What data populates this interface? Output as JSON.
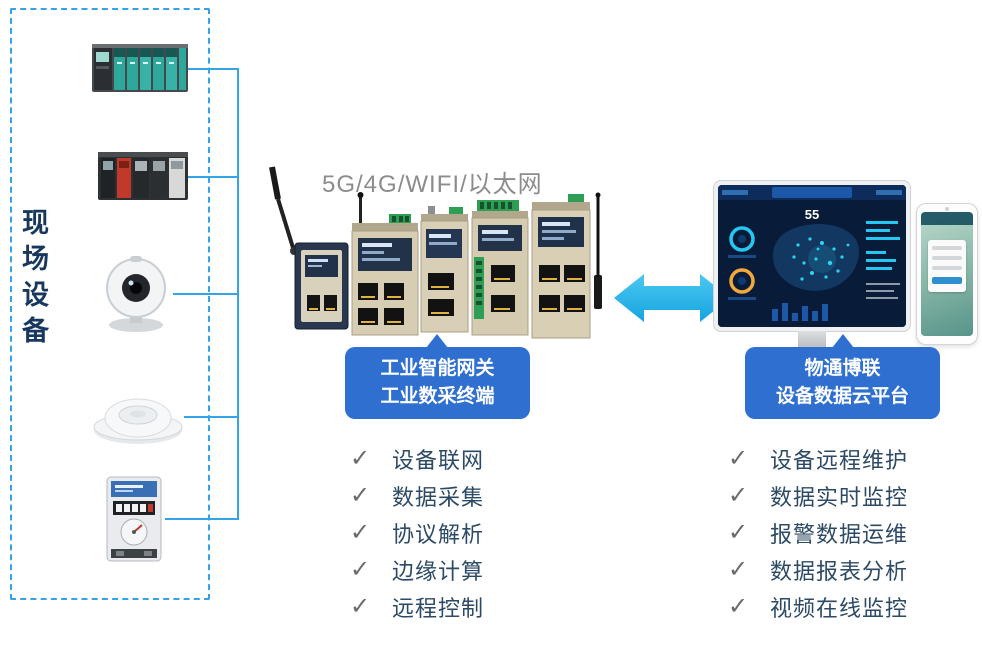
{
  "field_panel": {
    "label": "现场设备"
  },
  "connectivity_label": "5G/4G/WIFI/以太网",
  "gateway_callout": {
    "line1": "工业智能网关",
    "line2": "工业数采终端"
  },
  "cloud_callout": {
    "line1": "物通博联",
    "line2": "设备数据云平台"
  },
  "gateway_features": [
    "设备联网",
    "数据采集",
    "协议解析",
    "边缘计算",
    "远程控制"
  ],
  "cloud_features": [
    "设备远程维护",
    "数据实时监控",
    "报警数据运维",
    "数据报表分析",
    "视频在线监控"
  ],
  "marks": {
    "check": "✓"
  },
  "monitor": {
    "stat": "55"
  },
  "colors": {
    "callout_blue": "#2e6fd0",
    "arrow_cyan": "#29b7ea",
    "line_blue": "#35a3e8",
    "dashed_border": "#35a3e8",
    "label_navy": "#17375e",
    "feature_text": "#2c4a66",
    "connectivity_gray": "#8c8c8c",
    "dashboard_bg": "#081c3a"
  }
}
